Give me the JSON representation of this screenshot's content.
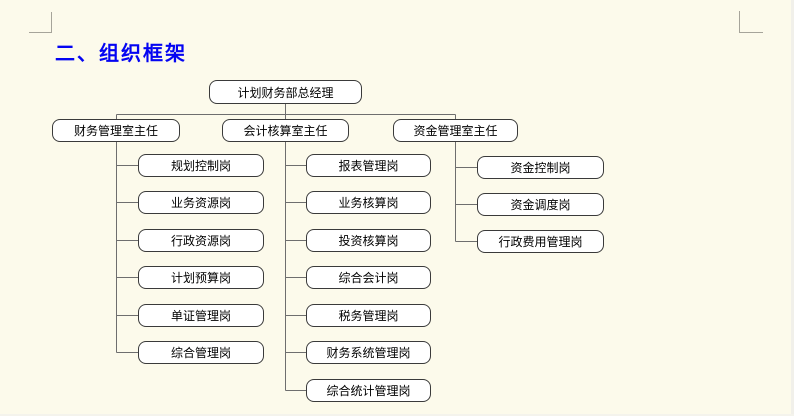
{
  "document": {
    "section_title": "二、组织框架",
    "title_color": "#0404F2",
    "page_background": "#FCFAEB"
  },
  "org_chart": {
    "style": {
      "node_fill": "#FFFFFF",
      "node_border_color": "#3A3A3A",
      "connector_color": "#6E6E6E"
    },
    "root": {
      "label": "计划财务部总经理"
    },
    "departments": [
      {
        "label": "财务管理室主任",
        "positions": [
          "规划控制岗",
          "业务资源岗",
          "行政资源岗",
          "计划预算岗",
          "单证管理岗",
          "综合管理岗"
        ]
      },
      {
        "label": "会计核算室主任",
        "positions": [
          "报表管理岗",
          "业务核算岗",
          "投资核算岗",
          "综合会计岗",
          "税务管理岗",
          "财务系统管理岗",
          "综合统计管理岗"
        ]
      },
      {
        "label": "资金管理室主任",
        "positions": [
          "资金控制岗",
          "资金调度岗",
          "行政费用管理岗"
        ]
      }
    ]
  }
}
